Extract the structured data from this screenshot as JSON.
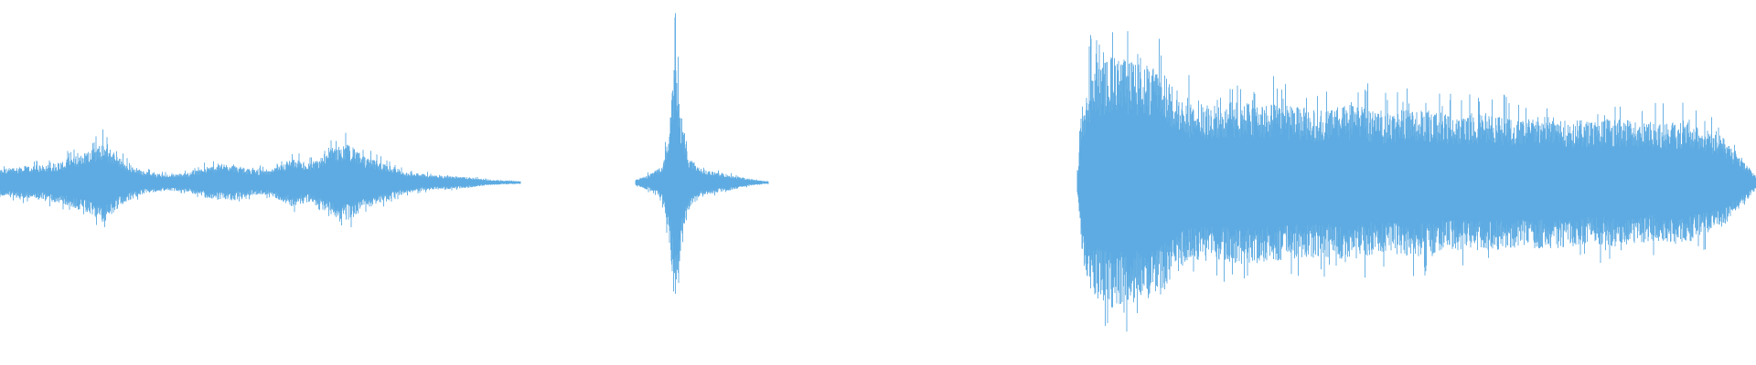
{
  "waveform": {
    "color": "#5dabe2",
    "background": "#ffffff",
    "segments": [
      {
        "id": "segment-1",
        "start": 0.0,
        "end": 0.296,
        "profile": [
          [
            0.0,
            0.1
          ],
          [
            0.04,
            0.12
          ],
          [
            0.08,
            0.13
          ],
          [
            0.12,
            0.16
          ],
          [
            0.16,
            0.22
          ],
          [
            0.2,
            0.3
          ],
          [
            0.24,
            0.15
          ],
          [
            0.28,
            0.08
          ],
          [
            0.32,
            0.06
          ],
          [
            0.36,
            0.07
          ],
          [
            0.4,
            0.12
          ],
          [
            0.44,
            0.14
          ],
          [
            0.48,
            0.1
          ],
          [
            0.52,
            0.09
          ],
          [
            0.56,
            0.18
          ],
          [
            0.6,
            0.14
          ],
          [
            0.64,
            0.26
          ],
          [
            0.67,
            0.29
          ],
          [
            0.7,
            0.2
          ],
          [
            0.74,
            0.14
          ],
          [
            0.78,
            0.08
          ],
          [
            0.82,
            0.06
          ],
          [
            0.86,
            0.05
          ],
          [
            0.9,
            0.04
          ],
          [
            0.94,
            0.02
          ],
          [
            1.0,
            0.01
          ]
        ]
      },
      {
        "id": "segment-2",
        "start": 0.362,
        "end": 0.437,
        "profile": [
          [
            0.0,
            0.02
          ],
          [
            0.1,
            0.06
          ],
          [
            0.2,
            0.12
          ],
          [
            0.26,
            0.45
          ],
          [
            0.3,
            1.0
          ],
          [
            0.34,
            0.55
          ],
          [
            0.4,
            0.2
          ],
          [
            0.5,
            0.1
          ],
          [
            0.6,
            0.08
          ],
          [
            0.7,
            0.06
          ],
          [
            0.8,
            0.04
          ],
          [
            0.9,
            0.02
          ],
          [
            1.0,
            0.01
          ]
        ]
      },
      {
        "id": "segment-3",
        "start": 0.614,
        "end": 1.0,
        "profile": [
          [
            0.0,
            0.1
          ],
          [
            0.005,
            0.55
          ],
          [
            0.02,
            0.85
          ],
          [
            0.05,
            0.95
          ],
          [
            0.08,
            0.9
          ],
          [
            0.12,
            0.85
          ],
          [
            0.16,
            0.6
          ],
          [
            0.2,
            0.58
          ],
          [
            0.25,
            0.62
          ],
          [
            0.3,
            0.58
          ],
          [
            0.35,
            0.55
          ],
          [
            0.4,
            0.58
          ],
          [
            0.45,
            0.52
          ],
          [
            0.5,
            0.56
          ],
          [
            0.55,
            0.5
          ],
          [
            0.6,
            0.52
          ],
          [
            0.65,
            0.48
          ],
          [
            0.7,
            0.5
          ],
          [
            0.75,
            0.46
          ],
          [
            0.8,
            0.48
          ],
          [
            0.85,
            0.44
          ],
          [
            0.9,
            0.45
          ],
          [
            0.95,
            0.35
          ],
          [
            1.0,
            0.05
          ]
        ]
      }
    ]
  }
}
